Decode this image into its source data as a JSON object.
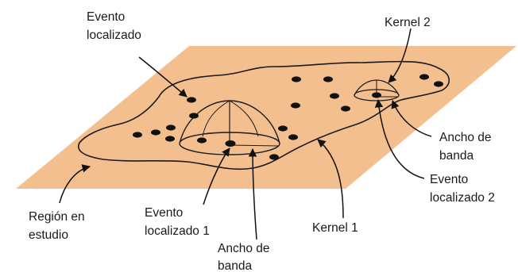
{
  "colors": {
    "plane_fill": "#f4bf8e",
    "stroke": "#111111",
    "event_fill": "#111111",
    "background": "#ffffff"
  },
  "labels": {
    "evento_localizado": [
      "Evento",
      "localizado"
    ],
    "kernel_2": "Kernel 2",
    "ancho_banda_right": [
      "Ancho de",
      "banda"
    ],
    "evento_localizado_2": [
      "Evento",
      "localizado 2"
    ],
    "region_estudio": [
      "Región en",
      "estudio"
    ],
    "evento_localizado_1": [
      "Evento",
      "localizado 1"
    ],
    "ancho_banda_bottom": [
      "Ancho de",
      "banda"
    ],
    "kernel_1": "Kernel 1"
  }
}
